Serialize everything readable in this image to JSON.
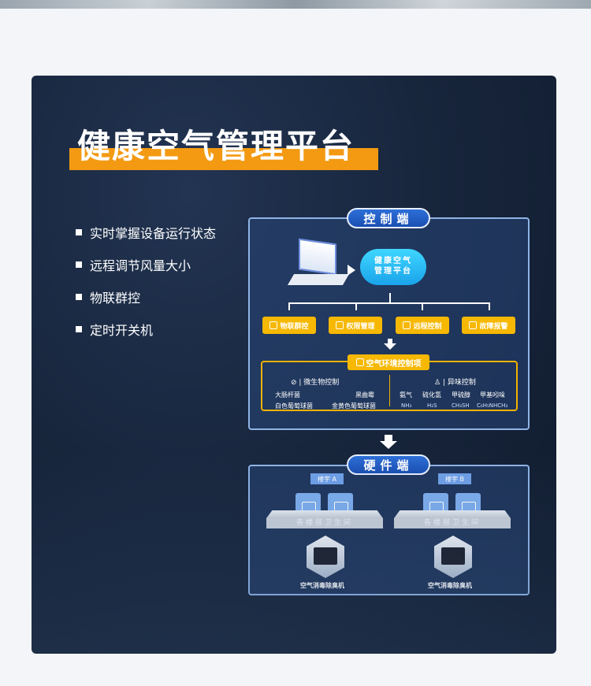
{
  "title": "健康空气管理平台",
  "features": [
    "实时掌握设备运行状态",
    "远程调节风量大小",
    "物联群控",
    "定时开关机"
  ],
  "control": {
    "label": "控制端",
    "cloud": [
      "健康空气",
      "管理平台"
    ],
    "functions": [
      "物联群控",
      "权限管理",
      "远程控制",
      "故障报警"
    ],
    "env_label": "空气环境控制项",
    "micro": {
      "label": "| 微生物控制",
      "items": [
        "大肠杆菌",
        "黑曲霉",
        "白色葡萄球菌",
        "金黄色葡萄球菌"
      ]
    },
    "odor": {
      "label": "| 异味控制",
      "items": [
        {
          "name": "氨气",
          "formula": "NH₃"
        },
        {
          "name": "硫化氢",
          "formula": "H₂S"
        },
        {
          "name": "甲硫醇",
          "formula": "CH₃SH"
        },
        {
          "name": "甲基吲哚",
          "formula": "C₆H₅NHCH₃"
        }
      ]
    }
  },
  "hardware": {
    "label": "硬件端",
    "buildings": [
      {
        "name": "楼宇 A",
        "floor": "各楼层卫生间",
        "device": "空气消毒除臭机"
      },
      {
        "name": "楼宇 B",
        "floor": "各楼层卫生间",
        "device": "空气消毒除臭机"
      }
    ]
  }
}
